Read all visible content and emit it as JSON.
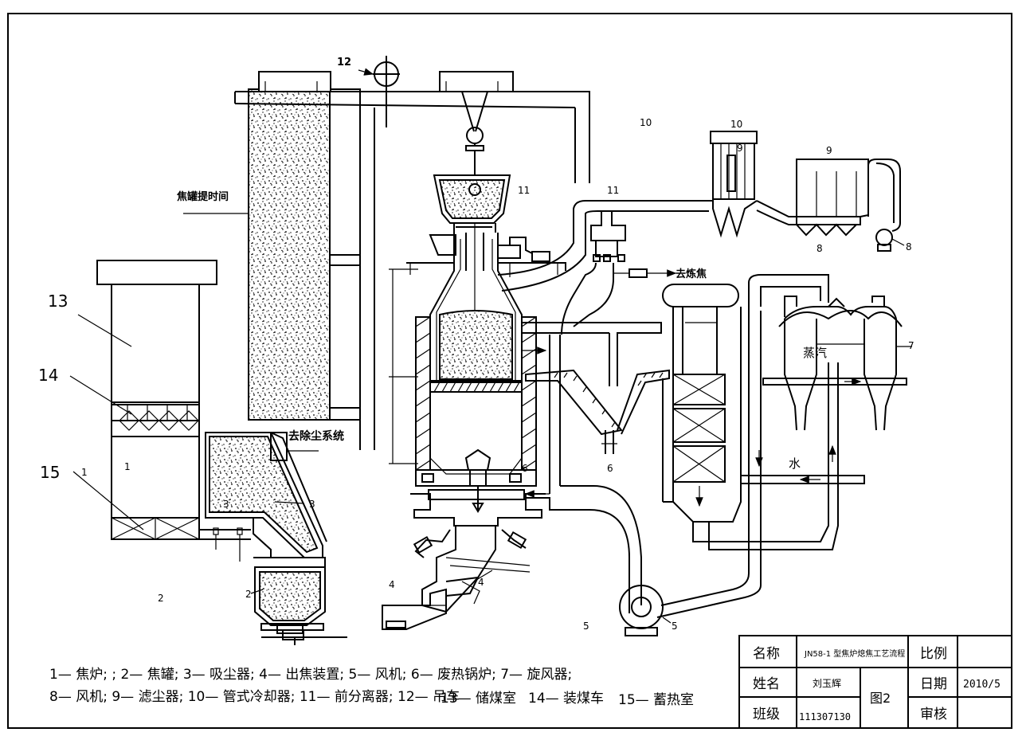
{
  "labels": {
    "n1": "1",
    "n1b": "1",
    "n2a": "2",
    "n2b": "2",
    "n3a": "3",
    "n3b": "3",
    "n4a": "4",
    "n4b": "4",
    "n5a": "5",
    "n5b": "5",
    "n6a": "6",
    "n6b": "6",
    "n7": "7",
    "n8a": "8",
    "n8b": "8",
    "n9a": "9",
    "n9b": "9",
    "n10a": "10",
    "n10b": "10",
    "n11a": "11",
    "n11b": "11",
    "n12": "12",
    "n13": "13",
    "n14": "14",
    "n15": "15",
    "lift_shaft": "焦罐提时间",
    "to_dedust": "去除尘系统",
    "to_coking": "去炼焦",
    "steam": "蒸汽",
    "water": "水"
  },
  "legend": {
    "line1": "1— 焦炉; ; 2— 焦罐; 3— 吸尘器; 4— 出焦装置; 5— 风机; 6— 废热锅炉; 7— 旋风器;",
    "line2": "8— 风机; 9— 滤尘器; 10— 管式冷却器; 11— 前分离器; 12— 吊车",
    "item13": "13— 储煤室",
    "item14": "14— 装煤车",
    "item15": "15— 蓄热室"
  },
  "title_block": {
    "name_label": "名称",
    "name_value": "JN58-1 型焦炉熄焦工艺流程",
    "scale_label": "比例",
    "scale_value": "",
    "author_label": "姓名",
    "author_value": "刘玉辉",
    "drawing_no": "图2",
    "date_label": "日期",
    "date_value": "2010/5",
    "class_label": "班级",
    "class_value": "111307130",
    "review_label": "审核",
    "review_value": ""
  }
}
